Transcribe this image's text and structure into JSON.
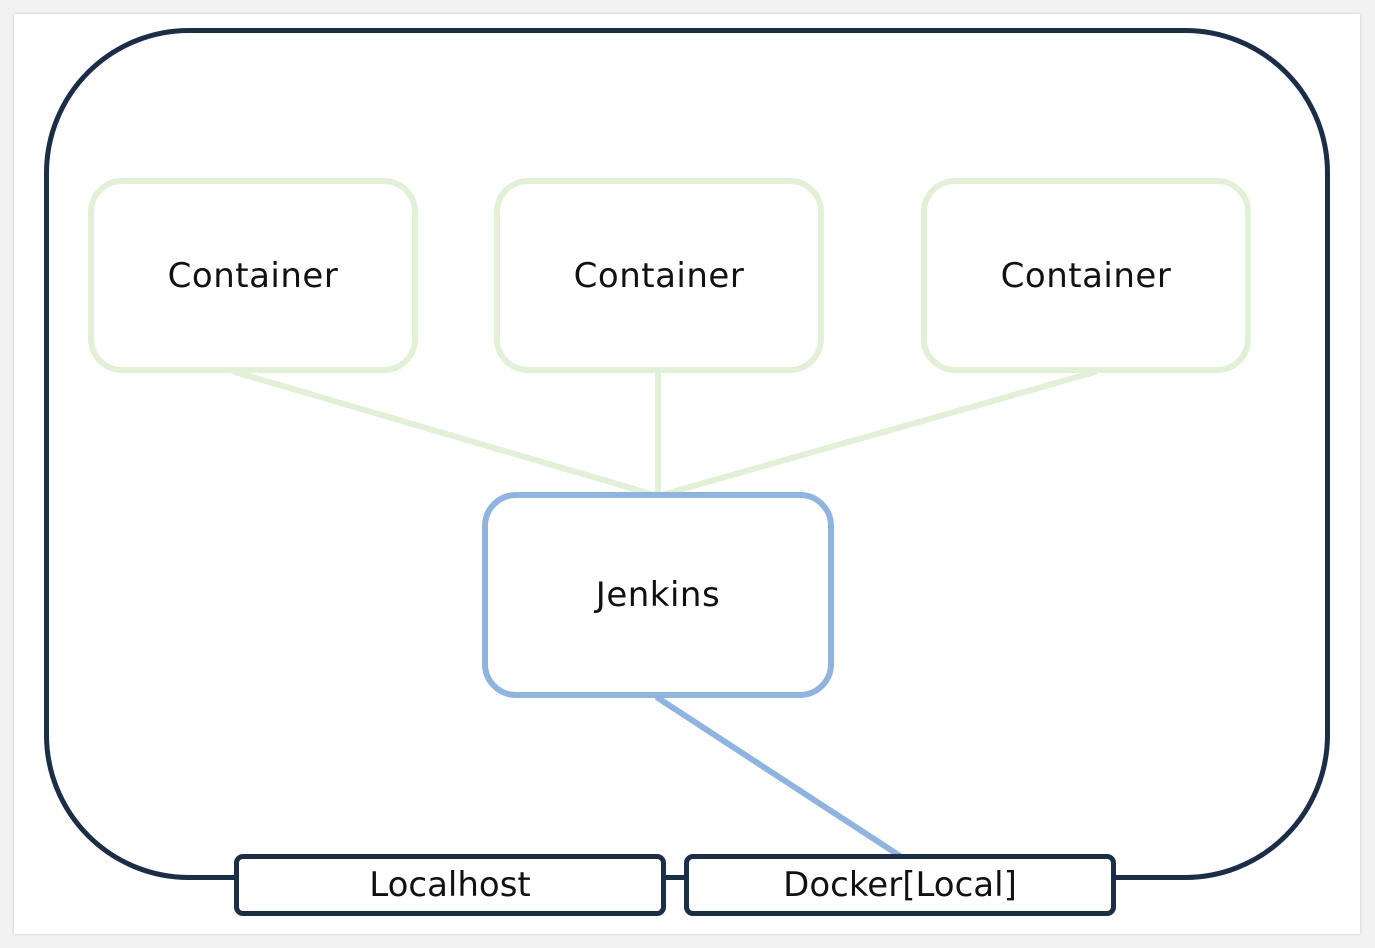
{
  "diagram": {
    "containers": [
      {
        "label": "Container"
      },
      {
        "label": "Container"
      },
      {
        "label": "Container"
      }
    ],
    "jenkins": {
      "label": "Jenkins"
    },
    "footer_tabs": {
      "localhost": "Localhost",
      "docker": "Docker[Local]"
    }
  },
  "colors": {
    "host_border": "#1c2d48",
    "container_border": "#e1f0d6",
    "jenkins_border": "#8fb4e0",
    "container_links": "#e1f0d6",
    "docker_link": "#8fb4e0"
  }
}
